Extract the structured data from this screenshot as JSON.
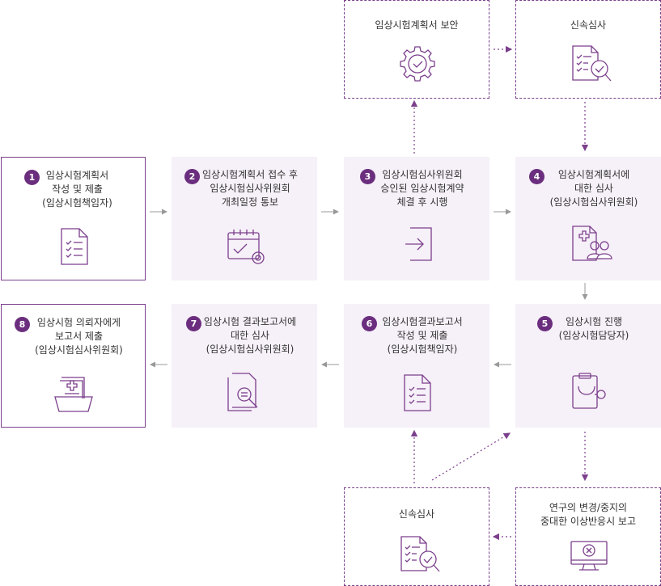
{
  "colors": {
    "accent": "#6b2e7e",
    "line": "#9b6aa8",
    "gray_arrow": "#999999",
    "fill": "#f6f0f8"
  },
  "steps": [
    {
      "number": "1",
      "text": "임상시험계획서\n작성 및 제출\n(임상시험책임자)",
      "icon": "document-checklist-icon"
    },
    {
      "number": "2",
      "text": "임상시험계획서 접수 후\n임상시험심사위원회\n개최일정 통보",
      "icon": "calendar-check-icon"
    },
    {
      "number": "3",
      "text": "임상시험심사위원회\n승인된 임상시험계약\n체결 후 시행",
      "icon": "sign-in-icon"
    },
    {
      "number": "4",
      "text": "임상시험계획서에\n대한 심사\n(임상시험심사위원회)",
      "icon": "medical-document-people-icon"
    },
    {
      "number": "5",
      "text": "임상시험 진행\n(임상시험담당자)",
      "icon": "clipboard-stethoscope-icon"
    },
    {
      "number": "6",
      "text": "임상시험결과보고서\n작성 및 제출\n(임상시험책임자)",
      "icon": "document-checklist-icon"
    },
    {
      "number": "7",
      "text": "임상시험 결과보고서에\n대한 심사\n(임상시험심사위원회)",
      "icon": "document-magnify-icon"
    },
    {
      "number": "8",
      "text": "임상시험 의뢰자에게\n보고서 제출\n(임상시험심사위원회)",
      "icon": "medical-folder-icon"
    }
  ],
  "side_boxes": {
    "supplement": {
      "text": "임상시험계획서 보안",
      "icon": "gear-check-icon"
    },
    "quick_review_top": {
      "text": "신속심사",
      "icon": "checklist-magnify-icon"
    },
    "quick_review_bottom": {
      "text": "신속심사",
      "icon": "checklist-magnify-icon"
    },
    "report": {
      "text": "연구의 변경/중지의\n중대한 이상반응시 보고",
      "icon": "monitor-x-icon"
    }
  }
}
